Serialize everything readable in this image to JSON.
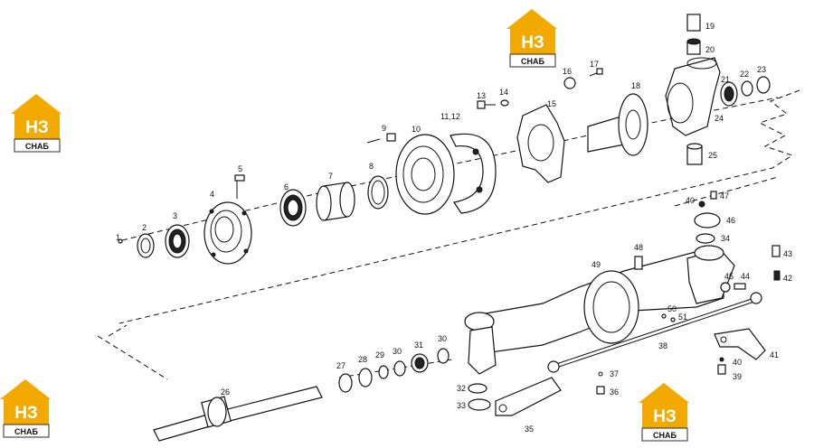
{
  "logo": {
    "letters": "НЗ",
    "subtitle": "СНАБ",
    "accent": "#f2a900",
    "dark": "#2b2b2b"
  },
  "callouts": [
    {
      "id": "p1",
      "label": "1"
    },
    {
      "id": "p2",
      "label": "2"
    },
    {
      "id": "p3",
      "label": "3"
    },
    {
      "id": "p4",
      "label": "4"
    },
    {
      "id": "p5",
      "label": "5"
    },
    {
      "id": "p6",
      "label": "6"
    },
    {
      "id": "p7",
      "label": "7"
    },
    {
      "id": "p8",
      "label": "8"
    },
    {
      "id": "p9",
      "label": "9"
    },
    {
      "id": "p10",
      "label": "10"
    },
    {
      "id": "p1112",
      "label": "11,12"
    },
    {
      "id": "p13",
      "label": "13"
    },
    {
      "id": "p14",
      "label": "14"
    },
    {
      "id": "p15",
      "label": "15"
    },
    {
      "id": "p16",
      "label": "16"
    },
    {
      "id": "p17",
      "label": "17"
    },
    {
      "id": "p18",
      "label": "18"
    },
    {
      "id": "p19",
      "label": "19"
    },
    {
      "id": "p20",
      "label": "20"
    },
    {
      "id": "p21",
      "label": "21"
    },
    {
      "id": "p22",
      "label": "22"
    },
    {
      "id": "p23",
      "label": "23"
    },
    {
      "id": "p24",
      "label": "24"
    },
    {
      "id": "p25",
      "label": "25"
    },
    {
      "id": "p26",
      "label": "26"
    },
    {
      "id": "p27",
      "label": "27"
    },
    {
      "id": "p28",
      "label": "28"
    },
    {
      "id": "p29",
      "label": "29"
    },
    {
      "id": "p30a",
      "label": "30"
    },
    {
      "id": "p31",
      "label": "31"
    },
    {
      "id": "p30b",
      "label": "30"
    },
    {
      "id": "p32",
      "label": "32"
    },
    {
      "id": "p33",
      "label": "33"
    },
    {
      "id": "p34",
      "label": "34"
    },
    {
      "id": "p35",
      "label": "35"
    },
    {
      "id": "p36",
      "label": "36"
    },
    {
      "id": "p37",
      "label": "37"
    },
    {
      "id": "p38",
      "label": "38"
    },
    {
      "id": "p39",
      "label": "39"
    },
    {
      "id": "p40a",
      "label": "40"
    },
    {
      "id": "p40b",
      "label": "40"
    },
    {
      "id": "p41",
      "label": "41"
    },
    {
      "id": "p42",
      "label": "42"
    },
    {
      "id": "p43",
      "label": "43"
    },
    {
      "id": "p44",
      "label": "44"
    },
    {
      "id": "p45",
      "label": "45"
    },
    {
      "id": "p46",
      "label": "46"
    },
    {
      "id": "p47",
      "label": "47"
    },
    {
      "id": "p48",
      "label": "48"
    },
    {
      "id": "p49",
      "label": "49"
    },
    {
      "id": "p50",
      "label": "50"
    },
    {
      "id": "p51",
      "label": "51"
    }
  ]
}
